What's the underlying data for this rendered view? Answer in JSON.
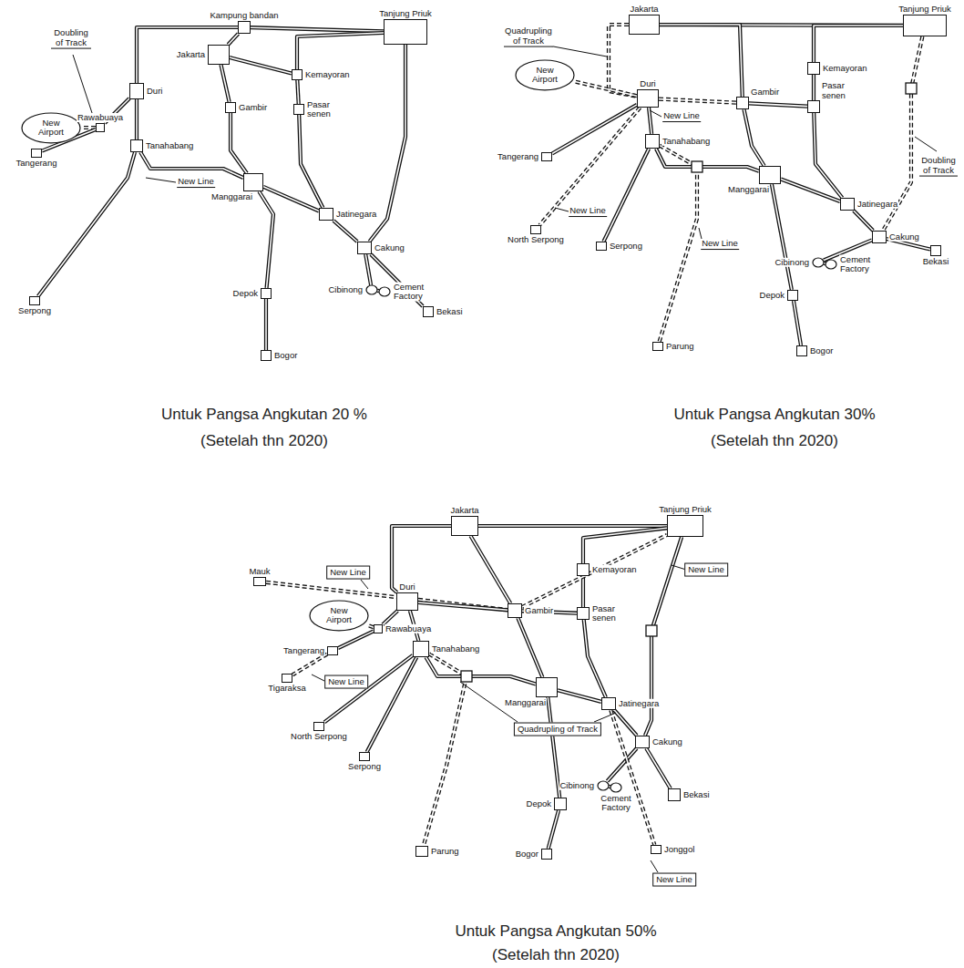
{
  "diagram": {
    "nodes": [
      {
        "text": [
          "Kampung bandan"
        ]
      },
      {
        "text": [
          "Tanjung Priuk"
        ]
      },
      {
        "text": [
          "Jakarta"
        ]
      },
      {
        "text": [
          "Kemayoran"
        ]
      },
      {
        "text": [
          "Duri"
        ]
      },
      {
        "text": [
          "Gambir"
        ]
      },
      {
        "text": [
          "Pasar senen"
        ]
      },
      {
        "text": [
          "New Airport"
        ]
      },
      {
        "text": [
          "Rawabuaya"
        ]
      },
      {
        "text": [
          "Tanahabang"
        ]
      },
      {
        "text": [
          "Tangerang"
        ]
      },
      {
        "text": [
          "Manggarai"
        ]
      },
      {
        "text": [
          "Jatinegara"
        ]
      },
      {
        "text": [
          "Cakung"
        ]
      },
      {
        "text": [
          "Depok"
        ]
      },
      {
        "text": [
          "Cibinong"
        ]
      },
      {
        "text": [
          "Cement Factory"
        ]
      },
      {
        "text": [
          "Serpong"
        ]
      },
      {
        "text": [
          "Bogor"
        ]
      },
      {
        "text": [
          "Bekasi"
        ]
      },
      {
        "text": [
          "Jakarta"
        ]
      },
      {
        "text": [
          "Tanjung Priuk"
        ]
      },
      {
        "text": [
          "Kemayoran"
        ]
      },
      {
        "text": [
          "Duri"
        ]
      },
      {
        "text": [
          "Gambir"
        ]
      },
      {
        "text": [
          "Pasar senen"
        ]
      },
      {
        "text": [
          "New Airport"
        ]
      },
      {
        "text": [
          "Tangerang"
        ]
      },
      {
        "text": [
          "Tanahabang"
        ]
      },
      {
        "text": [
          "Manggarai"
        ]
      },
      {
        "text": [
          "Jatinegara"
        ]
      },
      {
        "text": [
          "Cakung"
        ]
      },
      {
        "text": [
          "Cibinong"
        ]
      },
      {
        "text": [
          "Cement Factory"
        ]
      },
      {
        "text": [
          "Bekasi"
        ]
      },
      {
        "text": [
          "North Serpong"
        ]
      },
      {
        "text": [
          "Serpong"
        ]
      },
      {
        "text": [
          "Depok"
        ]
      },
      {
        "text": [
          "Parung"
        ]
      },
      {
        "text": [
          "Bogor"
        ]
      },
      {
        "text": [
          "Mauk"
        ]
      },
      {
        "text": [
          "Jakarta"
        ]
      },
      {
        "text": [
          "Tanjung Priuk"
        ]
      },
      {
        "text": [
          "Kemayoran"
        ]
      },
      {
        "text": [
          "Duri"
        ]
      },
      {
        "text": [
          "Gambir"
        ]
      },
      {
        "text": [
          "Pasar senen"
        ]
      },
      {
        "text": [
          "New Airport"
        ]
      },
      {
        "text": [
          "Rawabuaya"
        ]
      },
      {
        "text": [
          "Tangerang"
        ]
      },
      {
        "text": [
          "Tanahabang"
        ]
      },
      {
        "text": [
          "Tigaraksa"
        ]
      },
      {
        "text": [
          "Manggarai"
        ]
      },
      {
        "text": [
          "Jatinegara"
        ]
      },
      {
        "text": [
          "Cakung"
        ]
      },
      {
        "text": [
          "North Serpong"
        ]
      },
      {
        "text": [
          "Serpong"
        ]
      },
      {
        "text": [
          "Depok"
        ]
      },
      {
        "text": [
          "Cibinong"
        ]
      },
      {
        "text": [
          "Cement Factory"
        ]
      },
      {
        "text": [
          "Bekasi"
        ]
      },
      {
        "text": [
          "Jonggol"
        ]
      },
      {
        "text": [
          "Parung"
        ]
      },
      {
        "text": [
          "Bogor"
        ]
      }
    ],
    "edges": [
      {
        "from": 2,
        "to": 0,
        "arrow": "none"
      },
      {
        "from": 0,
        "to": 1,
        "arrow": "none"
      },
      {
        "from": 0,
        "to": 4,
        "arrow": "none"
      },
      {
        "from": 2,
        "to": 3,
        "arrow": "none"
      },
      {
        "from": 3,
        "to": 1,
        "arrow": "none"
      },
      {
        "from": 2,
        "to": 5,
        "arrow": "none"
      },
      {
        "from": 3,
        "to": 6,
        "arrow": "none"
      },
      {
        "from": 5,
        "to": 11,
        "arrow": "none"
      },
      {
        "from": 6,
        "to": 12,
        "arrow": "none"
      },
      {
        "from": 4,
        "to": 9,
        "arrow": "none"
      },
      {
        "from": 4,
        "to": 8,
        "arrow": "none"
      },
      {
        "from": 8,
        "to": 7,
        "arrow": "none"
      },
      {
        "from": 8,
        "to": 10,
        "arrow": "none"
      },
      {
        "from": 9,
        "to": 11,
        "arrow": "none"
      },
      {
        "from": 11,
        "to": 12,
        "arrow": "none"
      },
      {
        "from": 9,
        "to": 17,
        "arrow": "none"
      },
      {
        "from": 11,
        "to": 14,
        "arrow": "none"
      },
      {
        "from": 14,
        "to": 18,
        "arrow": "none"
      },
      {
        "from": 12,
        "to": 13,
        "arrow": "none"
      },
      {
        "from": 13,
        "to": 19,
        "arrow": "none"
      },
      {
        "from": 13,
        "to": 15,
        "arrow": "none"
      },
      {
        "from": 1,
        "to": 13,
        "arrow": "none"
      },
      {
        "from": 15,
        "to": 16,
        "arrow": "none"
      },
      {
        "from": 20,
        "to": 21,
        "arrow": "none"
      },
      {
        "from": 20,
        "to": 23,
        "arrow": "none"
      },
      {
        "from": 20,
        "to": 24,
        "arrow": "none"
      },
      {
        "from": 22,
        "to": 21,
        "arrow": "none"
      },
      {
        "from": 22,
        "to": 25,
        "arrow": "none"
      },
      {
        "from": 23,
        "to": 24,
        "arrow": "none"
      },
      {
        "from": 24,
        "to": 25,
        "arrow": "none"
      },
      {
        "from": 23,
        "to": 26,
        "arrow": "none"
      },
      {
        "from": 23,
        "to": 27,
        "arrow": "none"
      },
      {
        "from": 23,
        "to": 28,
        "arrow": "none"
      },
      {
        "from": 24,
        "to": 29,
        "arrow": "none"
      },
      {
        "from": 25,
        "to": 30,
        "arrow": "none"
      },
      {
        "from": 28,
        "to": 29,
        "arrow": "none"
      },
      {
        "from": 29,
        "to": 30,
        "arrow": "none"
      },
      {
        "from": 30,
        "to": 31,
        "arrow": "none"
      },
      {
        "from": 31,
        "to": 34,
        "arrow": "none"
      },
      {
        "from": 31,
        "to": 32,
        "arrow": "none"
      },
      {
        "from": 32,
        "to": 33,
        "arrow": "none"
      },
      {
        "from": 21,
        "to": 31,
        "arrow": "none"
      },
      {
        "from": 23,
        "to": 35,
        "arrow": "none"
      },
      {
        "from": 28,
        "to": 36,
        "arrow": "none"
      },
      {
        "from": 29,
        "to": 37,
        "arrow": "none"
      },
      {
        "from": 37,
        "to": 39,
        "arrow": "none"
      },
      {
        "from": 28,
        "to": 38,
        "arrow": "none"
      },
      {
        "from": 40,
        "to": 45,
        "arrow": "none"
      },
      {
        "from": 41,
        "to": 42,
        "arrow": "none"
      },
      {
        "from": 41,
        "to": 44,
        "arrow": "none"
      },
      {
        "from": 41,
        "to": 45,
        "arrow": "none"
      },
      {
        "from": 42,
        "to": 43,
        "arrow": "none"
      },
      {
        "from": 43,
        "to": 46,
        "arrow": "none"
      },
      {
        "from": 44,
        "to": 45,
        "arrow": "none"
      },
      {
        "from": 45,
        "to": 46,
        "arrow": "none"
      },
      {
        "from": 44,
        "to": 48,
        "arrow": "none"
      },
      {
        "from": 48,
        "to": 47,
        "arrow": "none"
      },
      {
        "from": 48,
        "to": 49,
        "arrow": "none"
      },
      {
        "from": 49,
        "to": 51,
        "arrow": "none"
      },
      {
        "from": 44,
        "to": 50,
        "arrow": "none"
      },
      {
        "from": 45,
        "to": 52,
        "arrow": "none"
      },
      {
        "from": 46,
        "to": 53,
        "arrow": "none"
      },
      {
        "from": 50,
        "to": 52,
        "arrow": "none"
      },
      {
        "from": 52,
        "to": 53,
        "arrow": "none"
      },
      {
        "from": 53,
        "to": 54,
        "arrow": "none"
      },
      {
        "from": 54,
        "to": 60,
        "arrow": "none"
      },
      {
        "from": 54,
        "to": 58,
        "arrow": "none"
      },
      {
        "from": 58,
        "to": 59,
        "arrow": "none"
      },
      {
        "from": 50,
        "to": 55,
        "arrow": "none"
      },
      {
        "from": 50,
        "to": 56,
        "arrow": "none"
      },
      {
        "from": 52,
        "to": 57,
        "arrow": "none"
      },
      {
        "from": 57,
        "to": 63,
        "arrow": "none"
      },
      {
        "from": 50,
        "to": 62,
        "arrow": "none"
      },
      {
        "from": 53,
        "to": 61,
        "arrow": "none"
      },
      {
        "from": 45,
        "to": 42,
        "arrow": "none"
      },
      {
        "from": 42,
        "to": 54,
        "arrow": "none"
      }
    ],
    "labels": [
      "Doubling of Track",
      "New Line",
      "Untuk Pangsa Angkutan 20 %",
      "(Setelah thn 2020)",
      "Quadrupling of Track",
      "New Line",
      "Doubling of Track",
      "New Line",
      "New Line",
      "Untuk Pangsa Angkutan 30%",
      "(Setelah thn 2020)",
      "New Line",
      "New Line",
      "New Line",
      "Quadrupling of Track",
      "New Line",
      "Untuk Pangsa Angkutan 50%",
      "(Setelah thn 2020)"
    ]
  }
}
